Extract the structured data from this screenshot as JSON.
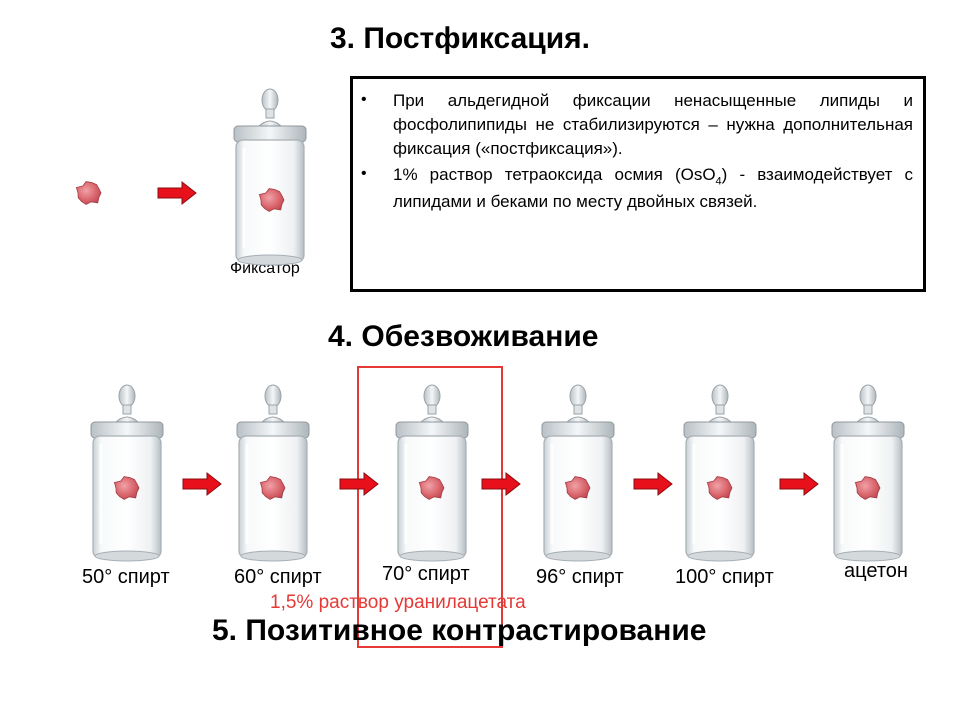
{
  "section3": {
    "title": "3. Постфиксация.",
    "fixator_label": "Фиксатор",
    "bullet_symbol": "•",
    "bullet1": "При альдегидной фиксации ненасыщенные липиды и фосфолипипиды не стабилизируются – нужна дополнительная фиксация («постфиксация»).",
    "bullet2_part1": "1% раствор тетраоксида осмия (OsO",
    "bullet2_sub": "4",
    "bullet2_part2": ") - взаимодействует с липидами и беками по месту двойных связей."
  },
  "section4": {
    "title": "4. Обезвоживание",
    "steps": [
      "50° спирт",
      "60° спирт",
      "70° спирт",
      "96° спирт",
      "100° спирт",
      "ацетон"
    ]
  },
  "section5": {
    "title": "5. Позитивное контрастирование",
    "uranyl_label": "1,5% раствор уранилацетата"
  },
  "colors": {
    "arrow": "#e8101a",
    "highlight": "#e53935",
    "tissue": "#d9646c"
  }
}
